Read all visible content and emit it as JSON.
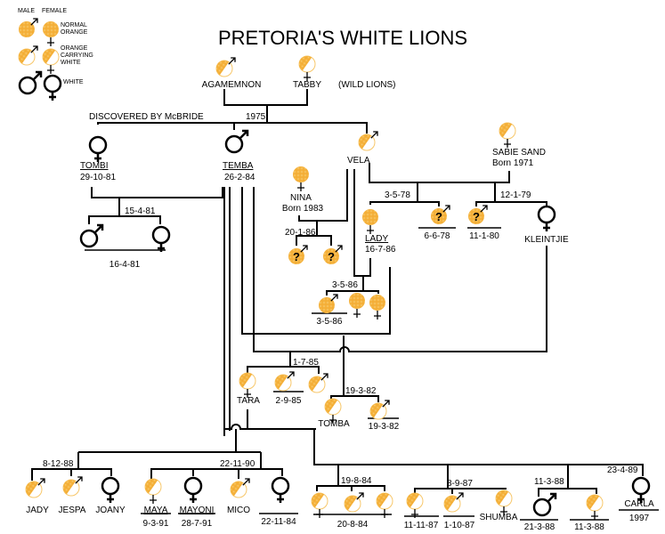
{
  "title": "PRETORIA'S WHITE LIONS",
  "legend": {
    "male": "MALE",
    "female": "FEMALE",
    "normal": [
      "NORMAL",
      "ORANGE"
    ],
    "carrier": [
      "ORANGE",
      "CARRYING",
      "WHITE"
    ],
    "white": "WHITE"
  },
  "colors": {
    "orange": "#f5b23c",
    "orange_light": "#f7c76a",
    "line": "#000000"
  },
  "notes": {
    "wild": "(WILD LIONS)",
    "discovered": "DISCOVERED BY McBRIDE",
    "year": "1975"
  },
  "lions": {
    "agamemnon": {
      "name": "AGAMEMNON",
      "sex": "male",
      "coat": "carrier"
    },
    "tabby": {
      "name": "TABBY",
      "sex": "female",
      "coat": "carrier"
    },
    "tombi": {
      "name": "TOMBI",
      "date": "29-10-81",
      "sex": "female",
      "coat": "white"
    },
    "temba": {
      "name": "TEMBA",
      "date": "26-2-84",
      "sex": "male",
      "coat": "white"
    },
    "vela": {
      "name": "VELA",
      "sex": "male",
      "coat": "carrier"
    },
    "sabie": {
      "name": "SABIE SAND",
      "date": "Born 1971",
      "sex": "female",
      "coat": "carrier"
    },
    "nina": {
      "name": "NINA",
      "date": "Born 1983",
      "sex": "female",
      "coat": "normal"
    },
    "lady": {
      "name": "LADY",
      "date": "16-7-86",
      "sex": "female",
      "coat": "normal"
    },
    "q1": {
      "date": "6-6-78",
      "sex": "male",
      "coat": "unknown"
    },
    "q2": {
      "date": "11-1-80",
      "sex": "male",
      "coat": "unknown"
    },
    "kleintjie": {
      "name": "KLEINTJIE",
      "sex": "female",
      "coat": "white"
    },
    "t1": {
      "sex": "male",
      "coat": "white"
    },
    "t2": {
      "sex": "female",
      "coat": "white"
    },
    "n1": {
      "sex": "male",
      "coat": "unknown"
    },
    "n2": {
      "sex": "male",
      "coat": "unknown"
    },
    "l1": {
      "date": "3-5-86",
      "sex": "male",
      "coat": "normal"
    },
    "l2": {
      "sex": "female",
      "coat": "normal"
    },
    "l3": {
      "sex": "female",
      "coat": "normal"
    },
    "tara": {
      "name": "TARA",
      "sex": "female",
      "coat": "carrier"
    },
    "b2": {
      "date": "2-9-85",
      "sex": "male",
      "coat": "carrier"
    },
    "b3": {
      "sex": "male",
      "coat": "carrier"
    },
    "tomba": {
      "name": "TOMBA",
      "sex": "female",
      "coat": "carrier"
    },
    "c2": {
      "date": "19-3-82",
      "sex": "male",
      "coat": "carrier"
    },
    "jady": {
      "name": "JADY",
      "sex": "male",
      "coat": "carrier"
    },
    "jespa": {
      "name": "JESPA",
      "sex": "male",
      "coat": "carrier"
    },
    "joany": {
      "name": "JOANY",
      "sex": "female",
      "coat": "white"
    },
    "maya": {
      "name": "MAYA",
      "date": "9-3-91",
      "sex": "female",
      "coat": "carrier"
    },
    "mayoni": {
      "name": "MAYONI",
      "date": "28-7-91",
      "sex": "female",
      "coat": "white"
    },
    "mico": {
      "name": "MICO",
      "sex": "male",
      "coat": "carrier"
    },
    "d4": {
      "date": "22-11-84",
      "sex": "female",
      "coat": "white"
    },
    "e1": {
      "sex": "female",
      "coat": "carrier"
    },
    "e2": {
      "sex": "male",
      "coat": "carrier"
    },
    "e3": {
      "sex": "female",
      "coat": "carrier"
    },
    "f1": {
      "date": "11-11-87",
      "sex": "female",
      "coat": "carrier"
    },
    "f2": {
      "date": "1-10-87",
      "sex": "male",
      "coat": "carrier"
    },
    "shumba": {
      "name": "SHUMBA",
      "sex": "female",
      "coat": "carrier"
    },
    "g1": {
      "date": "21-3-88",
      "sex": "male",
      "coat": "white"
    },
    "g2": {
      "date": "11-3-88",
      "sex": "female",
      "coat": "carrier"
    },
    "carla": {
      "name": "CARLA",
      "date": "1997",
      "sex": "female",
      "coat": "white"
    }
  },
  "litters": {
    "tombi_litter": "15-4-81",
    "tombi_litter_born": "16-4-81",
    "nina_litter": "20-1-86",
    "vela_sabie_1": "3-5-78",
    "vela_sabie_2": "12-1-79",
    "lady_litter": "3-5-86",
    "tara_litter": "1-7-85",
    "tomba_litter": "19-3-82",
    "jady_litter": "8-12-88",
    "maya_litter": "22-11-90",
    "e_litter": "19-8-84",
    "e_litter_born": "20-8-84",
    "f_litter": "8-9-87",
    "g_litter": "11-3-88",
    "carla_litter": "23-4-89"
  }
}
